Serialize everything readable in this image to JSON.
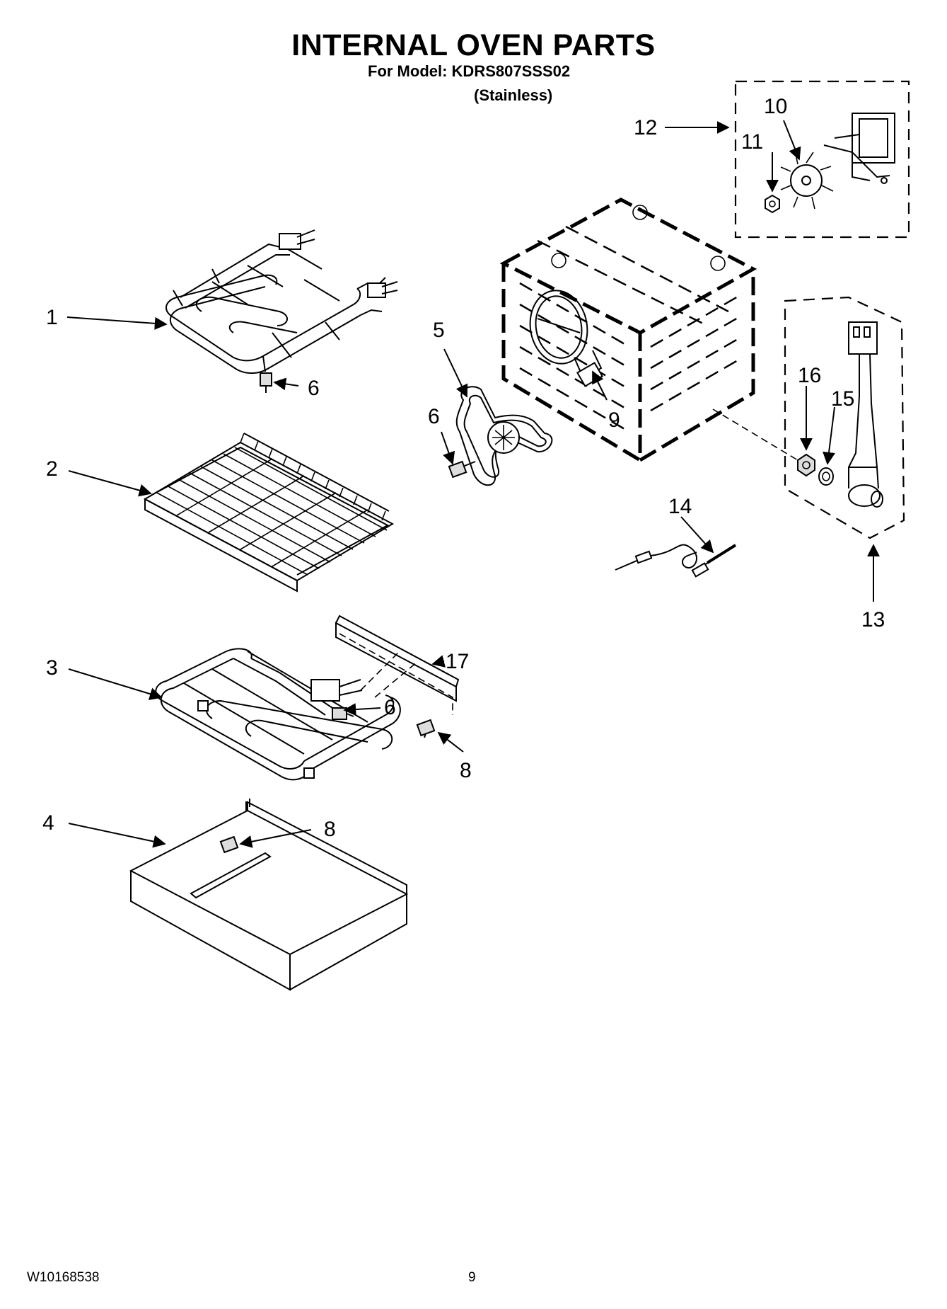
{
  "header": {
    "title": "INTERNAL OVEN PARTS",
    "model_line": "For Model: KDRS807SSS02",
    "finish_line": "(Stainless)"
  },
  "callouts": {
    "c1": "1",
    "c2": "2",
    "c3": "3",
    "c4": "4",
    "c5": "5",
    "c6a": "6",
    "c6b": "6",
    "c6c": "6",
    "c8a": "8",
    "c8b": "8",
    "c9": "9",
    "c10": "10",
    "c11": "11",
    "c12": "12",
    "c13": "13",
    "c14": "14",
    "c15": "15",
    "c16": "16",
    "c17": "17"
  },
  "footer": {
    "document_number": "W10168538",
    "page_number": "9"
  }
}
